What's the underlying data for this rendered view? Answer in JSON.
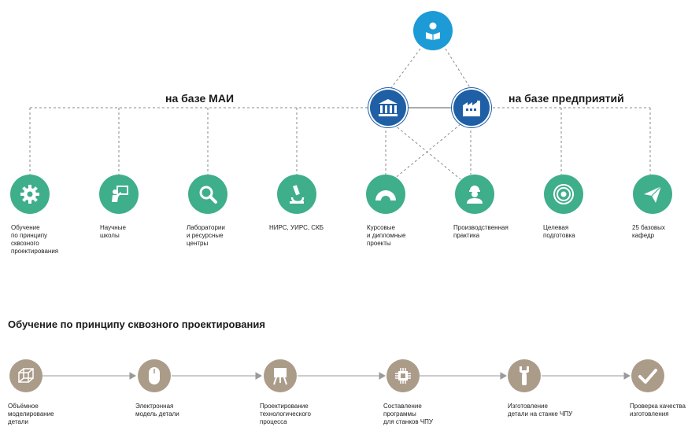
{
  "labels": {
    "mai": "на базе МАИ",
    "enterprises": "на базе предприятий",
    "process_title": "Обучение по принципу сквозного проектирования"
  },
  "top_nodes": {
    "student_icon": "student-reading-icon",
    "university_icon": "university-building-icon",
    "factory_icon": "factory-icon"
  },
  "green_nodes": [
    {
      "icon": "gear-icon",
      "label": "Обучение\nпо принципу\nсквозного\nпроектирования"
    },
    {
      "icon": "teacher-board-icon",
      "label": "Научные\nшколы"
    },
    {
      "icon": "magnifier-icon",
      "label": "Лаборатории\nи ресурсные\nцентры"
    },
    {
      "icon": "microscope-icon",
      "label": "НИРС, УИРС, СКБ"
    },
    {
      "icon": "protractor-icon",
      "label": "Курсовые\nи дипломные\nпроекты"
    },
    {
      "icon": "worker-icon",
      "label": "Производственная\nпрактика"
    },
    {
      "icon": "target-icon",
      "label": "Целевая\nподготовка"
    },
    {
      "icon": "paper-plane-icon",
      "label": "25 базовых\nкафедр"
    }
  ],
  "process_steps": [
    {
      "icon": "cube-icon",
      "label": "Объёмное\nмоделирование\nдетали"
    },
    {
      "icon": "mouse-icon",
      "label": "Электронная\nмодель детали"
    },
    {
      "icon": "easel-icon",
      "label": "Проектирование\nтехнологического\nпроцесса"
    },
    {
      "icon": "chip-icon",
      "label": "Составление\nпрограммы\nдля станков ЧПУ"
    },
    {
      "icon": "wrench-icon",
      "label": "Изготовление\nдетали на станке ЧПУ"
    },
    {
      "icon": "checkmark-icon",
      "label": "Проверка качества\nизготовления"
    }
  ],
  "colors": {
    "green": "#3fae8a",
    "blue": "#1f5fa6",
    "light_blue": "#1d9bd6",
    "taupe": "#ab9c8a",
    "dashed_line": "#888888"
  }
}
